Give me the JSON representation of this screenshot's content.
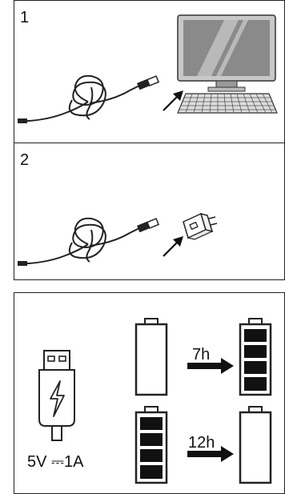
{
  "steps": [
    {
      "number": "1",
      "cable": "usb-cable-icon",
      "target": "computer-icon"
    },
    {
      "number": "2",
      "cable": "usb-cable-icon",
      "target": "wall-adapter-icon"
    }
  ],
  "charging": {
    "rating": "5V ⎓1A",
    "charge_time": "7h",
    "discharge_time": "12h",
    "icons": [
      "usb-plug-icon",
      "empty-battery-icon",
      "full-battery-icon",
      "arrow-right-icon"
    ]
  }
}
